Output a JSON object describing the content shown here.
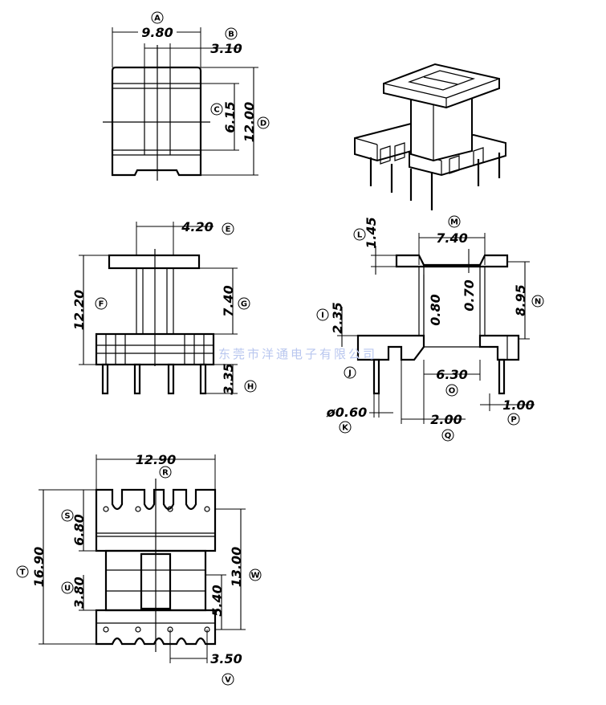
{
  "dimensions": [
    {
      "label": "A",
      "value": "9.80"
    },
    {
      "label": "B",
      "value": "3.10"
    },
    {
      "label": "C",
      "value": "6.15"
    },
    {
      "label": "D",
      "value": "12.00"
    },
    {
      "label": "E",
      "value": "4.20"
    },
    {
      "label": "F",
      "value": "12.20"
    },
    {
      "label": "G",
      "value": "7.40"
    },
    {
      "label": "H",
      "value": "3.35"
    },
    {
      "label": "I",
      "value": "2.35"
    },
    {
      "label": "J",
      "value": ""
    },
    {
      "label": "K",
      "value": "ø0.60"
    },
    {
      "label": "L",
      "value": "1.45"
    },
    {
      "label": "M",
      "value": "7.40"
    },
    {
      "label": "N",
      "value": "8.95"
    },
    {
      "label": "O",
      "value": "6.30"
    },
    {
      "label": "P",
      "value": "1.00"
    },
    {
      "label": "Q",
      "value": "2.00"
    },
    {
      "label": "R",
      "value": "12.90"
    },
    {
      "label": "S",
      "value": "6.80"
    },
    {
      "label": "T",
      "value": "16.90"
    },
    {
      "label": "U",
      "value": "3.80"
    },
    {
      "label": "V",
      "value": "3.50"
    },
    {
      "label": "W",
      "value": "13.00"
    },
    {
      "label": "",
      "value": "0.80"
    },
    {
      "label": "",
      "value": "0.70"
    },
    {
      "label": "",
      "value": "5.40"
    }
  ],
  "watermark": "东莞市洋通电子有限公司",
  "colors": {
    "line": "#000000",
    "watermark": "#b9c7ef",
    "background": "#ffffff"
  }
}
